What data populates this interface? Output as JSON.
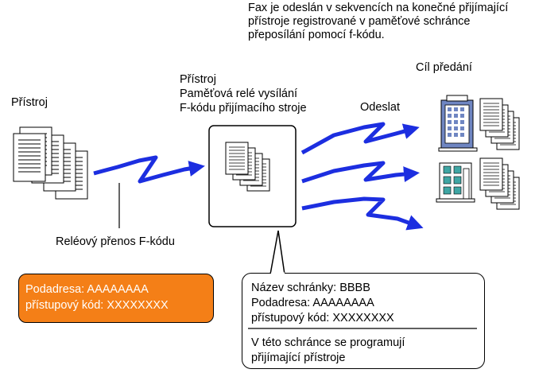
{
  "top_note": {
    "line1": "Fax je odeslán v sekvencích na konečné přijímající",
    "line2": "přístroje registrované v paměťové schránce",
    "line3": "přeposílání pomocí f-kódu."
  },
  "sender": {
    "label": "Přístroj"
  },
  "relay_machine": {
    "line1": "Přístroj",
    "line2": "Paměťová relé vysílání",
    "line3": "F-kódu přijímacího stroje"
  },
  "send_label": "Odeslat",
  "destination_label": "Cíl předání",
  "relay_transfer_label": "Reléový přenos F-kódu",
  "orange_box": {
    "line1": "Podadresa: AAAAAAAA",
    "line2": "přístupový kód: XXXXXXXX"
  },
  "mailbox_box": {
    "line1": "Název schránky: BBBB",
    "line2": "Podadresa: AAAAAAAA",
    "line3": "přístupový kód: XXXXXXXX",
    "line4": "V této schránce se programují",
    "line5": "přijímající přístroje"
  },
  "colors": {
    "arrow": "#1c2ee0",
    "orange": "#f47f17",
    "building_blue": "#6f86c2",
    "building_teal": "#3fa6a4"
  }
}
